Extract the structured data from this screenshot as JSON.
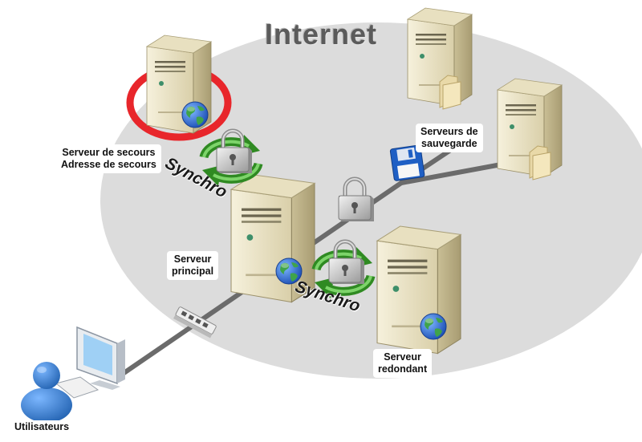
{
  "title": "Internet",
  "labels": {
    "backup_server": [
      "Serveur de secours",
      "Adresse de secours"
    ],
    "backup_storage": [
      "Serveurs de",
      "sauvegarde"
    ],
    "main_server": [
      "Serveur",
      "principal"
    ],
    "redundant_server": [
      "Serveur",
      "redondant"
    ],
    "users": "Utilisateurs"
  },
  "sync_labels": [
    "Synchro",
    "Synchro"
  ],
  "colors": {
    "cloud": "#dcdcdc",
    "line": "#6b6b6b",
    "highlight_ring": "#e8262b",
    "sync_arrows": "#3c9a2a",
    "server_body": "#efe8cf",
    "user": "#3b7fd0"
  },
  "icons": [
    "server-icon",
    "globe-icon",
    "padlock-icon",
    "sync-arrows-icon",
    "folder-icon",
    "floppy-disk-icon",
    "network-switch-icon",
    "monitor-icon",
    "keyboard-icon",
    "user-icon"
  ]
}
